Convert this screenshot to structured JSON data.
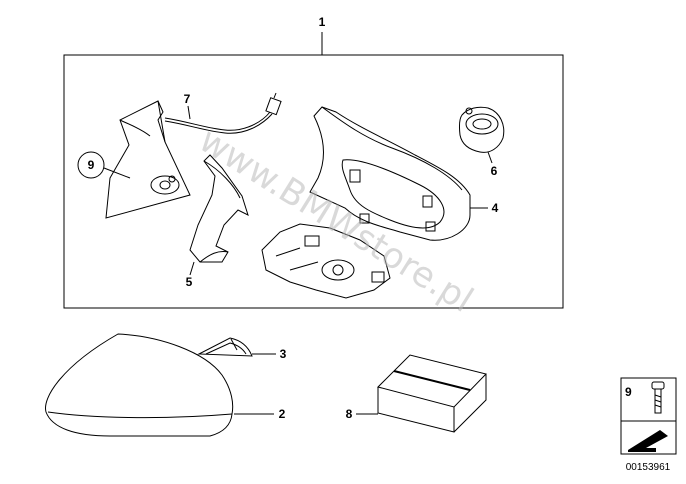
{
  "callouts": {
    "c1": "1",
    "c2": "2",
    "c3": "3",
    "c4": "4",
    "c5": "5",
    "c6": "6",
    "c7": "7",
    "c8": "8",
    "c9": "9"
  },
  "watermark": "www.BMWstore.pl",
  "legend": {
    "number": "9"
  },
  "diagram_id": "00153961",
  "colors": {
    "line": "#000000",
    "watermark": "#b0b0b0",
    "background": "#ffffff"
  },
  "icons": [
    "mirror-bracket-icon",
    "mirror-glass-icon",
    "mirror-cover-icon",
    "gasket-icon",
    "frame-icon",
    "carrier-icon",
    "motor-icon",
    "cable-icon",
    "box-icon",
    "screw-icon",
    "arrow-icon"
  ]
}
